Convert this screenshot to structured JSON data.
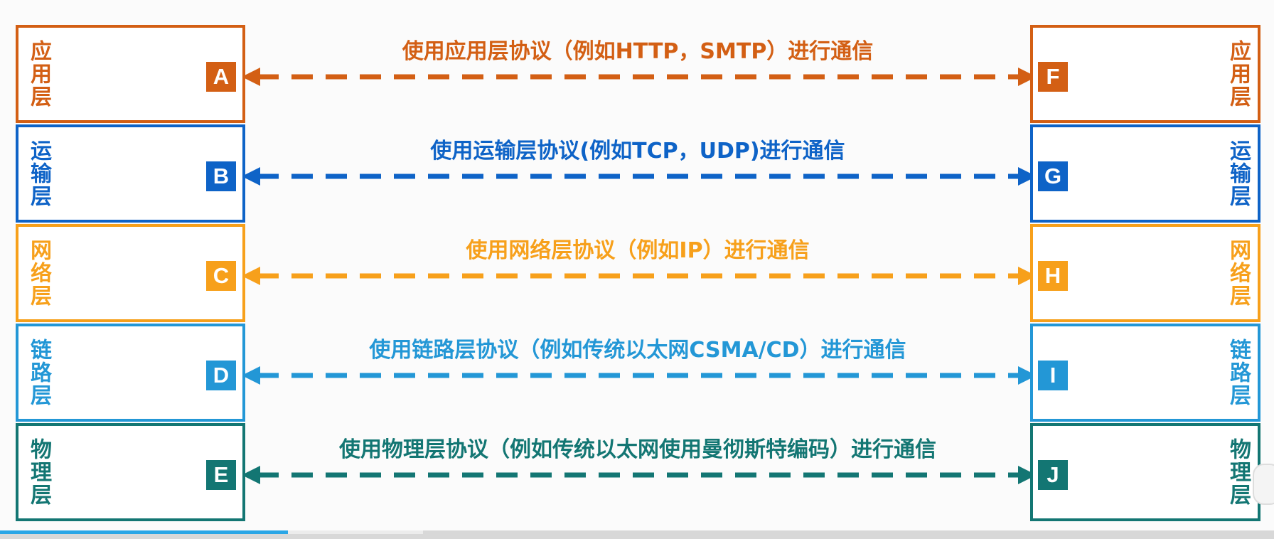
{
  "rows": [
    {
      "layer": "应用层",
      "left_marker": "A",
      "right_marker": "F",
      "protocol": "使用应用层协议（例如HTTP，SMTP）进行通信",
      "color": "#d35f14"
    },
    {
      "layer": "运输层",
      "left_marker": "B",
      "right_marker": "G",
      "protocol": "使用运输层协议(例如TCP，UDP)进行通信",
      "color": "#0e63c7"
    },
    {
      "layer": "网络层",
      "left_marker": "C",
      "right_marker": "H",
      "protocol": "使用网络层协议（例如IP）进行通信",
      "color": "#f7a01b"
    },
    {
      "layer": "链路层",
      "left_marker": "D",
      "right_marker": "I",
      "protocol": "使用链路层协议（例如传统以太网CSMA/CD）进行通信",
      "color": "#2397d6"
    },
    {
      "layer": "物理层",
      "left_marker": "E",
      "right_marker": "J",
      "protocol": "使用物理层协议（例如传统以太网使用曼彻斯特编码）进行通信",
      "color": "#137673"
    }
  ],
  "video": {
    "progress_color": "#2aa6e6"
  }
}
